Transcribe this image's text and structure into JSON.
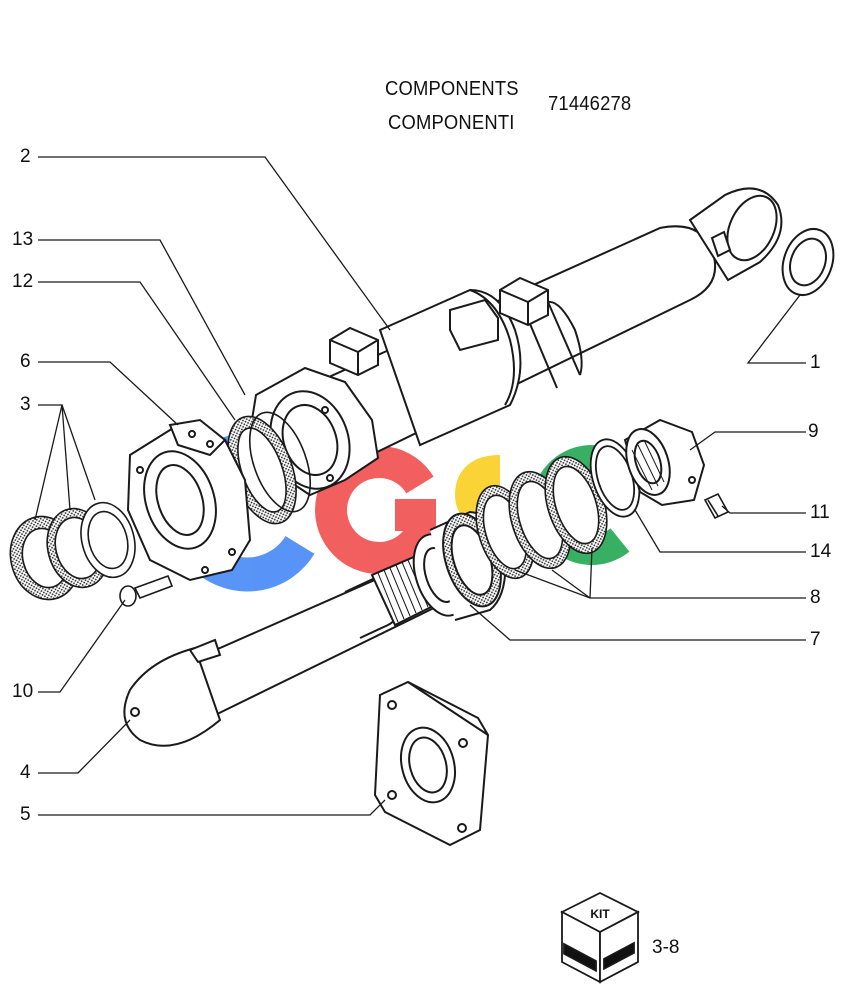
{
  "header": {
    "title_en": "COMPONENTS",
    "title_it": "COMPONENTI",
    "part_number": "71446278"
  },
  "callouts": [
    {
      "id": "1",
      "label": "1"
    },
    {
      "id": "2",
      "label": "2"
    },
    {
      "id": "3",
      "label": "3"
    },
    {
      "id": "4",
      "label": "4"
    },
    {
      "id": "5",
      "label": "5"
    },
    {
      "id": "6",
      "label": "6"
    },
    {
      "id": "7",
      "label": "7"
    },
    {
      "id": "8",
      "label": "8"
    },
    {
      "id": "9",
      "label": "9"
    },
    {
      "id": "10",
      "label": "10"
    },
    {
      "id": "11",
      "label": "11"
    },
    {
      "id": "12",
      "label": "12"
    },
    {
      "id": "13",
      "label": "13"
    },
    {
      "id": "14",
      "label": "14"
    }
  ],
  "kit_badge": {
    "label": "KIT",
    "page_ref": "3-8"
  },
  "watermark": {
    "letters": [
      "C",
      "G",
      "S",
      "C"
    ],
    "colors": [
      "#3b82f6",
      "#ef4444",
      "#facc15",
      "#16a34a"
    ]
  },
  "colors": {
    "line": "#1a1a1a",
    "background": "#ffffff"
  }
}
